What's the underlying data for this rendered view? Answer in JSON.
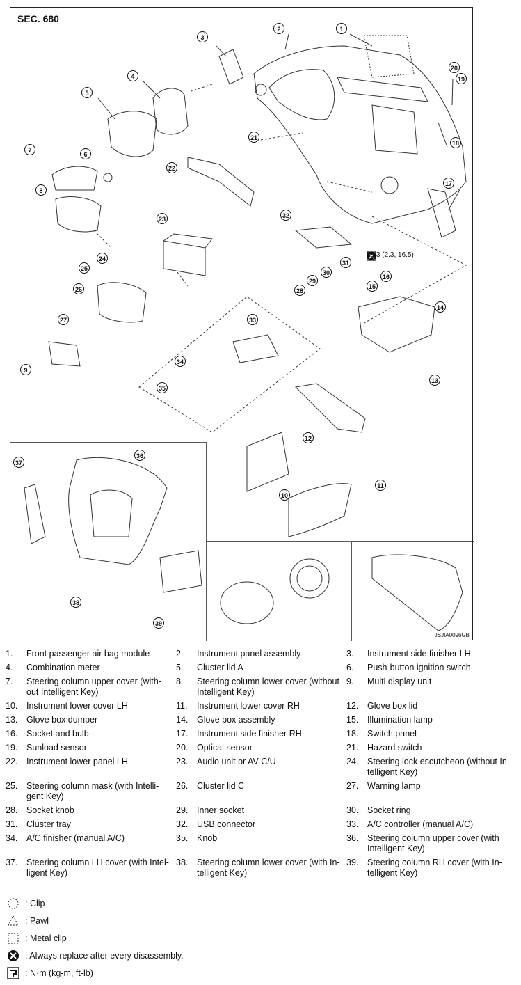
{
  "diagram": {
    "section": "SEC. 680",
    "image_code": "JSJIA0096GB",
    "torque_spec": "22.3 (2.3, 16.5)",
    "callouts": [
      "1",
      "2",
      "3",
      "4",
      "5",
      "6",
      "7",
      "8",
      "9",
      "10",
      "11",
      "12",
      "13",
      "14",
      "15",
      "16",
      "17",
      "18",
      "19",
      "20",
      "21",
      "22",
      "23",
      "24",
      "25",
      "26",
      "27",
      "28",
      "29",
      "30",
      "31",
      "32",
      "33",
      "34",
      "35",
      "36",
      "37",
      "38",
      "39"
    ]
  },
  "legend": {
    "items": [
      {
        "num": "1.",
        "name": "Front passenger air bag module"
      },
      {
        "num": "2.",
        "name": "Instrument panel assembly"
      },
      {
        "num": "3.",
        "name": "Instrument side finisher LH"
      },
      {
        "num": "4.",
        "name": "Combination meter"
      },
      {
        "num": "5.",
        "name": "Cluster lid A"
      },
      {
        "num": "6.",
        "name": "Push-button ignition switch"
      },
      {
        "num": "7.",
        "name": "Steering column upper cover (with-out Intelligent Key)"
      },
      {
        "num": "8.",
        "name": "Steering column lower cover (without Intelligent Key)"
      },
      {
        "num": "9.",
        "name": "Multi display unit"
      },
      {
        "num": "10.",
        "name": "Instrument lower cover LH"
      },
      {
        "num": "11.",
        "name": "Instrument lower cover RH"
      },
      {
        "num": "12.",
        "name": "Glove box lid"
      },
      {
        "num": "13.",
        "name": "Glove box dumper"
      },
      {
        "num": "14.",
        "name": "Glove box assembly"
      },
      {
        "num": "15.",
        "name": "Illumination lamp"
      },
      {
        "num": "16.",
        "name": "Socket and bulb"
      },
      {
        "num": "17.",
        "name": "Instrument side finisher RH"
      },
      {
        "num": "18.",
        "name": "Switch panel"
      },
      {
        "num": "19.",
        "name": "Sunload sensor"
      },
      {
        "num": "20.",
        "name": "Optical sensor"
      },
      {
        "num": "21.",
        "name": "Hazard switch"
      },
      {
        "num": "22.",
        "name": "Instrument lower panel LH"
      },
      {
        "num": "23.",
        "name": "Audio unit or AV C/U"
      },
      {
        "num": "24.",
        "name": "Steering lock escutcheon (without In-telligent Key)"
      },
      {
        "num": "25.",
        "name": "Steering column mask (with Intelli-gent Key)"
      },
      {
        "num": "26.",
        "name": "Cluster lid C"
      },
      {
        "num": "27.",
        "name": "Warning lamp"
      },
      {
        "num": "28.",
        "name": "Socket knob"
      },
      {
        "num": "29.",
        "name": "Inner socket"
      },
      {
        "num": "30.",
        "name": "Socket ring"
      },
      {
        "num": "31.",
        "name": "Cluster tray"
      },
      {
        "num": "32.",
        "name": "USB connector"
      },
      {
        "num": "33.",
        "name": "A/C controller (manual A/C)"
      },
      {
        "num": "34.",
        "name": "A/C finisher (manual A/C)"
      },
      {
        "num": "35.",
        "name": "Knob"
      },
      {
        "num": "36.",
        "name": "Steering column upper cover (with Intelligent Key)"
      },
      {
        "num": "37.",
        "name": "Steering column LH cover (with Intel-ligent Key)"
      },
      {
        "num": "38.",
        "name": "Steering column lower cover (with In-telligent Key)"
      },
      {
        "num": "39.",
        "name": "Steering column RH cover (with In-telligent Key)"
      }
    ]
  },
  "symbols": {
    "clip": ": Clip",
    "pawl": ": Pawl",
    "metal_clip": ": Metal clip",
    "replace": ": Always replace after every disassembly.",
    "torque_unit": ": N·m (kg-m, ft-lb)"
  }
}
